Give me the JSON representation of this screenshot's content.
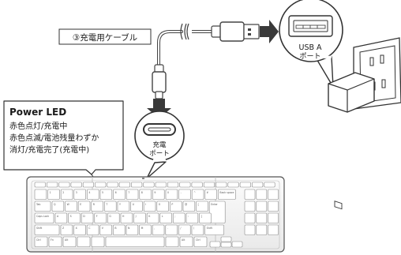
{
  "cable_label": "③充電用ケーブル",
  "usb_port_label": [
    "USB A",
    "ポート"
  ],
  "charge_port_label": [
    "充電",
    "ポート"
  ],
  "led_callout": {
    "title": "Power LED",
    "lines": [
      "赤色点灯/充電中",
      "赤色点滅/電池残量わずか",
      "消灯/充電完了(充電中)"
    ]
  },
  "keyboard": {
    "row1": [
      "1",
      "2",
      "3",
      "4",
      "5",
      "6",
      "7",
      "8",
      "9",
      "0",
      "-",
      "^",
      "¥"
    ],
    "row2": [
      "Q",
      "W",
      "E",
      "R",
      "T",
      "Y",
      "U",
      "I",
      "O",
      "P",
      "@",
      "["
    ],
    "row3": [
      "A",
      "S",
      "D",
      "F",
      "G",
      "H",
      "J",
      "K",
      "L",
      ";",
      ":",
      "]"
    ],
    "row4": [
      "Z",
      "X",
      "C",
      "V",
      "B",
      "N",
      "M",
      ",",
      ".",
      "/",
      "\\"
    ],
    "mods": {
      "tab": "Tab",
      "caps": "Caps Lock",
      "shift": "Shift",
      "enter": "Enter",
      "ctrl": "Ctrl",
      "alt": "Alt",
      "fn": "Fn",
      "backspace": "Back space"
    }
  }
}
